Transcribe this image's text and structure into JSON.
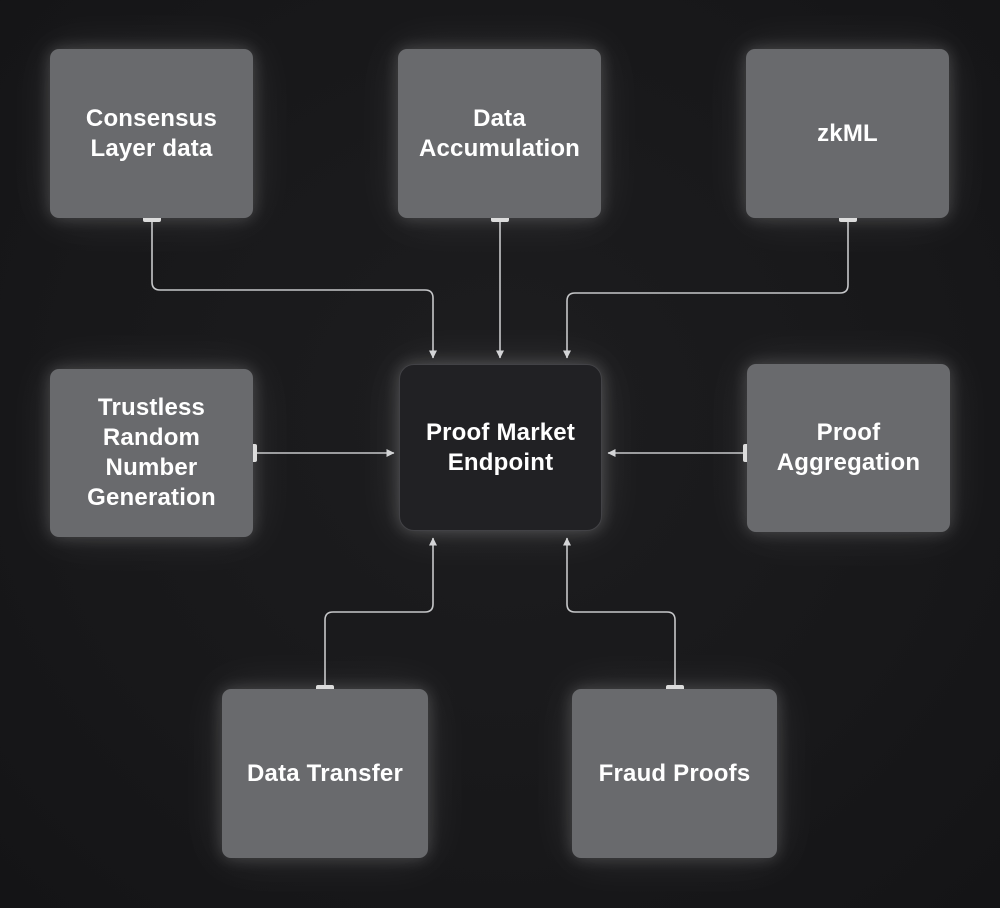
{
  "diagram": {
    "nodes": {
      "consensus_layer_data": {
        "label": "Consensus Layer data"
      },
      "data_accumulation": {
        "label": "Data Accumulation"
      },
      "zkml": {
        "label": "zkML"
      },
      "trustless_random_number_generation": {
        "label": "Trustless Random Number Generation"
      },
      "proof_market_endpoint": {
        "label": "Proof Market Endpoint"
      },
      "proof_aggregation": {
        "label": "Proof Aggregation"
      },
      "data_transfer": {
        "label": "Data Transfer"
      },
      "fraud_proofs": {
        "label": "Fraud Proofs"
      }
    },
    "edges": [
      {
        "from": "Consensus Layer data",
        "to": "Proof Market Endpoint"
      },
      {
        "from": "Data Accumulation",
        "to": "Proof Market Endpoint"
      },
      {
        "from": "zkML",
        "to": "Proof Market Endpoint"
      },
      {
        "from": "Trustless Random Number Generation",
        "to": "Proof Market Endpoint"
      },
      {
        "from": "Proof Aggregation",
        "to": "Proof Market Endpoint"
      },
      {
        "from": "Data Transfer",
        "to": "Proof Market Endpoint"
      },
      {
        "from": "Fraud Proofs",
        "to": "Proof Market Endpoint"
      }
    ],
    "colors": {
      "background": "#18181a",
      "node_fill": "#696a6d",
      "center_fill": "#212124",
      "center_border": "#424246",
      "text": "#ffffff",
      "connector_line": "#c6c7c9",
      "connector_handle": "#d9d9d9"
    }
  }
}
